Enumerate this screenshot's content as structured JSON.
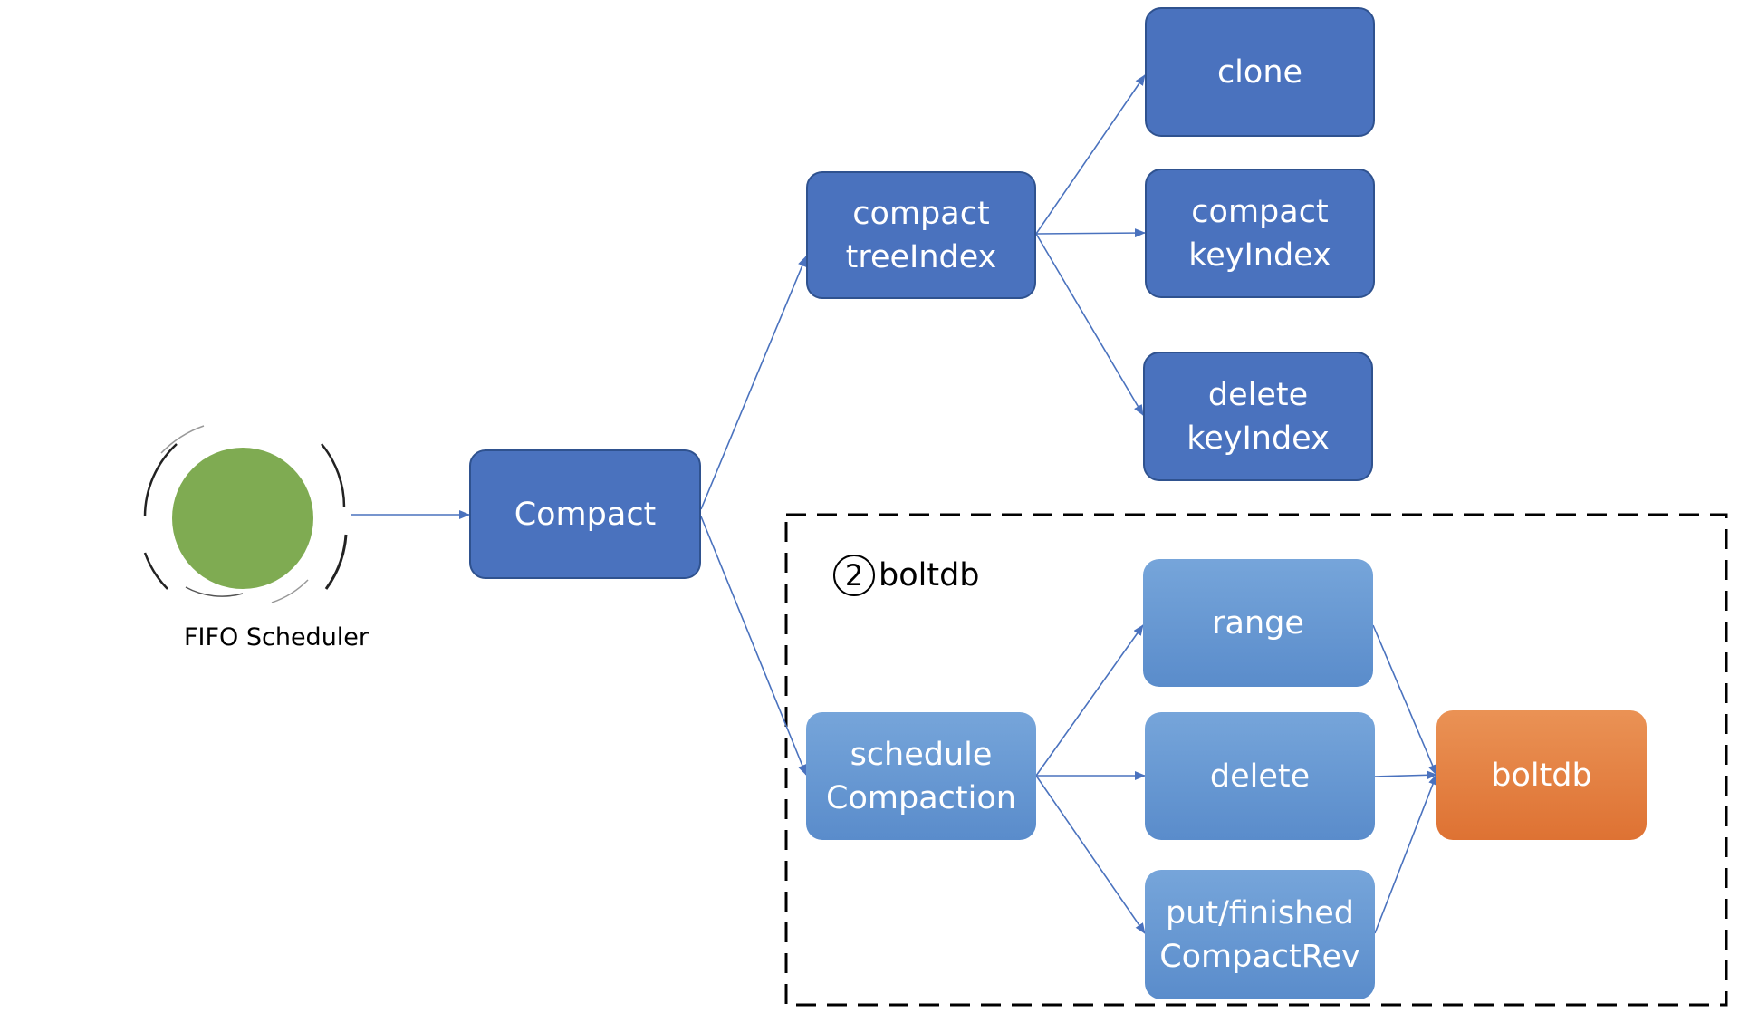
{
  "colors": {
    "dark_node": "#4a72be",
    "light_node": "#6496d2",
    "accent_node": "#e07a3e",
    "scheduler": "#7fab52",
    "edge": "#4a72be"
  },
  "scheduler": {
    "label": "FIFO Scheduler"
  },
  "nodes": {
    "compact": [
      "Compact"
    ],
    "tree_index": [
      "compact",
      "treeIndex"
    ],
    "clone": [
      "clone"
    ],
    "compact_key_index": [
      "compact",
      "keyIndex"
    ],
    "delete_key_index": [
      "delete",
      "keyIndex"
    ],
    "schedule_compaction": [
      "schedule",
      "Compaction"
    ],
    "range": [
      "range"
    ],
    "delete": [
      "delete"
    ],
    "put_finished": [
      "put/finished",
      "CompactRev"
    ],
    "boltdb": [
      "boltdb"
    ]
  },
  "group": {
    "number": "2",
    "title": "boltdb"
  },
  "edges": [
    [
      "scheduler",
      "compact"
    ],
    [
      "compact",
      "tree_index"
    ],
    [
      "compact",
      "schedule_compaction"
    ],
    [
      "tree_index",
      "clone"
    ],
    [
      "tree_index",
      "compact_key_index"
    ],
    [
      "tree_index",
      "delete_key_index"
    ],
    [
      "schedule_compaction",
      "range"
    ],
    [
      "schedule_compaction",
      "delete"
    ],
    [
      "schedule_compaction",
      "put_finished"
    ],
    [
      "range",
      "boltdb"
    ],
    [
      "delete",
      "boltdb"
    ],
    [
      "put_finished",
      "boltdb"
    ]
  ]
}
